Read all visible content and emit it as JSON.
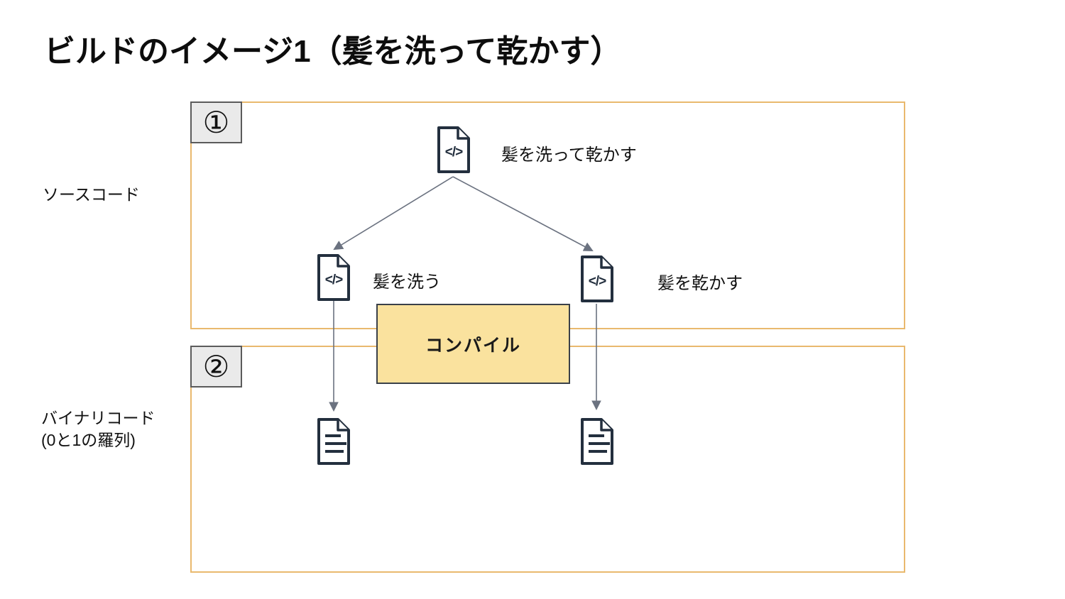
{
  "title": "ビルドのイメージ1（髪を洗って乾かす）",
  "row_labels": {
    "source": "ソースコード",
    "binary_line1": "バイナリコード",
    "binary_line2": "(0と1の羅列)"
  },
  "sections": {
    "one": {
      "badge": "①"
    },
    "two": {
      "badge": "②"
    }
  },
  "nodes": {
    "root_label": "髪を洗って乾かす",
    "wash_label": "髪を洗う",
    "dry_label": "髪を乾かす"
  },
  "compile": {
    "label": "コンパイル"
  },
  "icons": {
    "code_glyph": "</>"
  },
  "colors": {
    "section_border": "#E9B96E",
    "compile_fill": "#FAE29E",
    "compile_border": "#3A4049",
    "icon_stroke": "#232F3E",
    "arrow_gray": "#6B7280",
    "badge_fill": "#EAEAEA",
    "badge_border": "#5B5B5B",
    "text": "#111111"
  }
}
